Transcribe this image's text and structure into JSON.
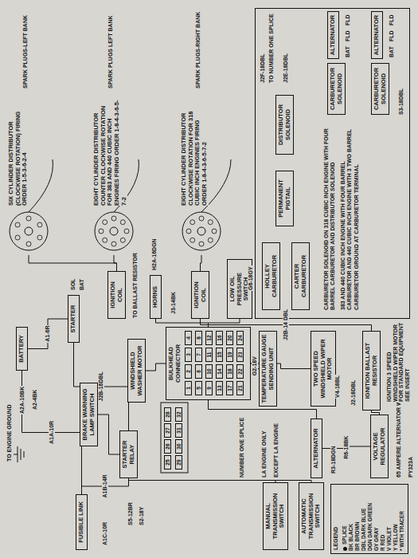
{
  "diagram": {
    "nodes": [
      {
        "text": [
          "CARBURETOR SOLENOID ON 318 CUBIC INCH ENGINE WITH FOUR BARREL CARBURETOR AND DISTRIBUTOR SOLENOID",
          "383 AND 440 CUBIC INCH ENGINE WITH FOUR BARREL CARBURETOR AND 440 CUBIC INCH ENGINE WITH 3 TWO BARREL CARBURETOR GROUND AT CARBURETOR TERMINAL"
        ]
      },
      {
        "text": [
          "HOLLEY CARBURETOR"
        ],
        "in": 0
      },
      {
        "text": [
          "CARTER CARBURETOR"
        ],
        "in": 0
      },
      {
        "text": [
          "PERMANENT PIGTAIL"
        ],
        "in": 0
      },
      {
        "text": [
          "DISTRIBUTOR SOLENOID"
        ],
        "in": 0
      },
      {
        "text": [
          "CARBURETOR SOLENOID"
        ],
        "in": 0
      },
      {
        "text": [
          "ALTERNATOR"
        ],
        "in": 0
      },
      {
        "text": [
          "CARBURETOR SOLENOID"
        ],
        "in": 0
      },
      {
        "text": [
          "ALTERNATOR"
        ],
        "in": 0
      },
      {
        "text": [
          "SIX CYLINDER DISTRIBUTOR (CLOCKWISE ROTATION) FIRING ORDER 1-5-3-6-2-4"
        ]
      },
      {
        "text": [
          "EIGHT CYLINDER DISTRIBUTOR COUNTER CLOCKWISE ROTATION FOR 383 AND 440 CUBIC INCH ENGINES FIRING ORDER 1-8-4-3-6-5-7-2"
        ]
      },
      {
        "text": [
          "EIGHT CYLINDER DISTRIBUTOR CLOCKWISE ROTATION FOR 318 CUBIC INCH ENGINES FIRING ORDER 1-8-4-3-6-5-7-2"
        ]
      },
      {
        "text": [
          "IGNITION COIL"
        ]
      },
      {
        "text": [
          "IGNITION COIL"
        ]
      },
      {
        "text": [
          "BATTERY"
        ]
      },
      {
        "text": [
          "STARTER"
        ]
      },
      {
        "text": [
          "HORNS"
        ]
      },
      {
        "text": [
          "LOW OIL PRESSURE SWITCH"
        ]
      },
      {
        "text": [
          "BULKHEAD CONNECTOR"
        ]
      },
      {
        "text": [
          "WINDSHIELD WASHER MOTOR"
        ]
      },
      {
        "text": [
          "BRAKE WARNING LAMP SWITCH"
        ]
      },
      {
        "text": [
          "STARTER RELAY"
        ]
      },
      {
        "text": [
          "FUSIBLE LINK"
        ]
      },
      {
        "text": [
          "TEMPERATURE GAUGE SENDING UNIT"
        ]
      },
      {
        "text": [
          "MANUAL TRANSMISSION SWITCH"
        ]
      },
      {
        "text": [
          "AUTOMATIC TRANSMISSION SWITCH"
        ]
      },
      {
        "text": [
          "ALTERNATOR"
        ]
      },
      {
        "text": [
          "TWO SPEED WINDSHIELD WIPER MOTOR"
        ]
      },
      {
        "text": [
          "IGNITION BALLAST RESISTOR"
        ]
      },
      {
        "text": [
          "VOLTAGE REGULATOR"
        ]
      }
    ],
    "edges": [
      {
        "from": 14,
        "to": 15,
        "arrow": "none",
        "label": "A1-6R"
      },
      {
        "from": 14,
        "to": 22,
        "arrow": "none",
        "label": "A1A-10R"
      },
      {
        "from": 22,
        "to": 21,
        "arrow": "none",
        "label": "A1B-14R"
      },
      {
        "from": 21,
        "to": 15,
        "arrow": "none",
        "label": "J2B-16DBL"
      },
      {
        "from": 12,
        "to": 10,
        "arrow": "none"
      },
      {
        "from": 13,
        "to": 11,
        "arrow": "none"
      },
      {
        "from": 13,
        "to": 28,
        "arrow": "none",
        "label": "J2B-14 DBL"
      },
      {
        "from": 16,
        "to": 18,
        "arrow": "none"
      },
      {
        "from": 17,
        "to": 18,
        "arrow": "none"
      },
      {
        "from": 23,
        "to": 18,
        "arrow": "none",
        "label": "G2-18V"
      },
      {
        "from": 19,
        "to": 18,
        "arrow": "none"
      },
      {
        "from": 20,
        "to": 21,
        "arrow": "none"
      },
      {
        "from": 26,
        "to": 29,
        "arrow": "none",
        "label": "R6-18BK"
      },
      {
        "from": 26,
        "to": 18,
        "arrow": "none"
      },
      {
        "from": 27,
        "to": 18,
        "arrow": "none"
      },
      {
        "from": 24,
        "to": 21,
        "arrow": "none"
      },
      {
        "from": 25,
        "to": 21,
        "arrow": "none"
      },
      {
        "from": 5,
        "to": 6,
        "arrow": "none"
      },
      {
        "from": 7,
        "to": 8,
        "arrow": "none"
      },
      {
        "from": 4,
        "to": 3,
        "arrow": "none"
      },
      {
        "from": 2,
        "to": 3,
        "arrow": "none"
      },
      {
        "from": 1,
        "to": 3,
        "arrow": "none"
      },
      {
        "from": 9,
        "to": 12,
        "arrow": "none"
      },
      {
        "from": 28,
        "to": 29,
        "arrow": "none"
      }
    ],
    "labels": [
      "J2F-18DBL",
      "TO NUMBER ONE SPLICE",
      "J2E-18DBL",
      "BAT",
      "FLD",
      "FLD",
      "BAT",
      "FLD",
      "FLD",
      "S3-18DBL",
      "SPARK PLUGS-RIGHT BANK",
      "SPARK PLUGS LEFT BANK",
      "SPARK PLUGS-LEFT BANK",
      "TO BALLAST RESISTOR",
      "J3-14BK",
      "SOL",
      "BAT",
      "H2A-16DGN",
      "G6-18GY",
      "TO ENGINE GROUND",
      "A2A-10BK",
      "A2-4BK",
      "A1C-10R",
      "S5-12BR",
      "S2-18Y",
      "J2-18DBL",
      "V4-18BL",
      "R3-18DGN",
      "LA ENGINE ONLY",
      "EXCEPT LA ENGINE",
      "NUMBER ONE SPLICE",
      "65 AMPERE ALTERNATOR WIRING",
      "IGNITION 3 SPEED WINDSHIELD WIPER MOTOR FOR STANDARD EQUIPMENT SEE INSERT",
      "LEGEND",
      "PY323A",
      "1",
      "2",
      "3",
      "4",
      "5",
      "6",
      "7",
      "8",
      "9",
      "10",
      "11",
      "12",
      "13",
      "14",
      "15",
      "16",
      "17",
      "18",
      "19",
      "20",
      "21",
      "22",
      "23",
      "24",
      "25",
      "26",
      "27",
      "28",
      "29",
      "30",
      "31",
      "32"
    ],
    "legend": [
      {
        "text": "SPLICE"
      },
      {
        "text": "BK BLACK"
      },
      {
        "text": "BR BROWN"
      },
      {
        "text": "DBL DARK BLUE"
      },
      {
        "text": "DGN DARK GREEN"
      },
      {
        "text": "GY GRAY"
      },
      {
        "text": "R RED"
      },
      {
        "text": "V VIOLET"
      },
      {
        "text": "Y YELLOW"
      },
      {
        "text": "* WITH TRACER"
      }
    ]
  }
}
